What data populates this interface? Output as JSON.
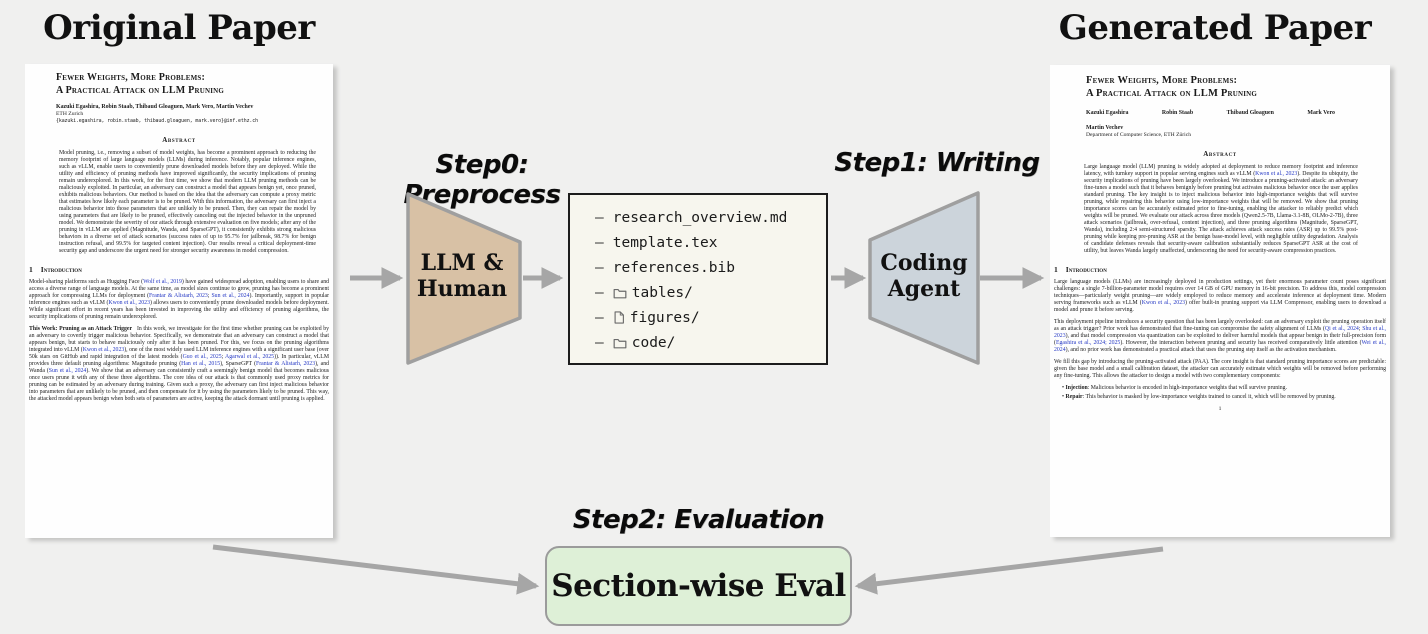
{
  "labels": {
    "original_heading": "Original Paper",
    "generated_heading": "Generated Paper",
    "step0": "Step0: Preprocess",
    "step1": "Step1: Writing",
    "step2": "Step2: Evaluation",
    "llm_human_line1": "LLM &",
    "llm_human_line2": "Human",
    "coding_agent_line1": "Coding",
    "coding_agent_line2": "Agent",
    "eval_box": "Section-wise Eval"
  },
  "colors": {
    "background": "#f0f0ef",
    "trapezoid_preprocess": "#d8c1a5",
    "trapezoid_writing": "#ccd4db",
    "arrow": "#a6a6a6",
    "file_box_bg": "#f7f6ee",
    "eval_box_bg": "#def0d7",
    "citation_blue": "#2538c4"
  },
  "file_box": {
    "bullet": "–",
    "items": [
      {
        "label": "research_overview.md",
        "icon": "none"
      },
      {
        "label": "template.tex",
        "icon": "none"
      },
      {
        "label": "references.bib",
        "icon": "none"
      },
      {
        "label": "tables/",
        "icon": "folder"
      },
      {
        "label": "figures/",
        "icon": "file"
      },
      {
        "label": "code/",
        "icon": "folder"
      }
    ]
  },
  "original_paper": {
    "title_line1": "Fewer Weights, More Problems:",
    "title_line2": "A Practical Attack on LLM Pruning",
    "authors": "Kazuki Egashira, Robin Staab, Thibaud Gloaguen, Mark Vero, Martin Vechev",
    "affiliation": "ETH Zurich",
    "emails": "{kazuki.egashira, robin.staab, thibaud.gloaguen, mark.vero}@inf.ethz.ch",
    "abstract_heading": "Abstract",
    "abstract": "Model pruning, i.e., removing a subset of model weights, has become a prominent approach to reducing the memory footprint of large language models (LLMs) during inference. Notably, popular inference engines, such as vLLM, enable users to conveniently prune downloaded models before they are deployed. While the utility and efficiency of pruning methods have improved significantly, the security implications of pruning remain underexplored. In this work, for the first time, we show that modern LLM pruning methods can be maliciously exploited. In particular, an adversary can construct a model that appears benign yet, once pruned, exhibits malicious behaviors. Our method is based on the idea that the adversary can compute a proxy metric that estimates how likely each parameter is to be pruned. With this information, the adversary can first inject a malicious behavior into those parameters that are unlikely to be pruned. Then, they can repair the model by using parameters that are likely to be pruned, effectively canceling out the injected behavior in the unpruned model. We demonstrate the severity of our attack through extensive evaluation on five models; after any of the pruning in vLLM are applied (Magnitude, Wanda, and SparseGPT), it consistently exhibits strong malicious behaviors in a diverse set of attack scenarios (success rates of up to 95.7% for jailbreak, 98.7% for benign instruction refusal, and 99.5% for targeted content injection). Our results reveal a critical deployment-time security gap and underscore the urgent need for stronger security awareness in model compression.",
    "section1_num": "1",
    "section1_heading": "Introduction",
    "para1": "Model-sharing platforms such as Hugging Face (Wolf et al., 2019) have gained widespread adoption, enabling users to share and access a diverse range of language models. At the same time, as model sizes continue to grow, pruning has become a prominent approach for compressing LLMs for deployment (Frantar & Alistarh, 2023; Sun et al., 2024). Importantly, support in popular inference engines such as vLLM (Kwon et al., 2023) allows users to conveniently prune downloaded models before deployment. While significant effort in recent years has been invested in improving the utility and efficiency of pruning algorithms, the security implications of pruning remain underexplored.",
    "para2_lead": "This Work: Pruning as an Attack Trigger",
    "para2": "In this work, we investigate for the first time whether pruning can be exploited by an adversary to covertly trigger malicious behavior. Specifically, we demonstrate that an adversary can construct a model that appears benign, but starts to behave maliciously only after it has been pruned. For this, we focus on the pruning algorithms integrated into vLLM (Kwon et al., 2023), one of the most widely used LLM inference engines with a significant user base (over 50k stars on GitHub and rapid integration of the latest models (Guo et al., 2025; Agarwal et al., 2025)). In particular, vLLM provides three default pruning algorithms: Magnitude pruning (Han et al., 2015), SparseGPT (Frantar & Alistarh, 2023), and Wanda (Sun et al., 2024). We show that an adversary can consistently craft a seemingly benign model that becomes malicious once users prune it with any of these three algorithms. The core idea of our attack is that commonly used proxy metrics for pruning can be estimated by an adversary during training. Given such a proxy, the adversary can first inject malicious behavior into parameters that are unlikely to be pruned, and then compensate for it by using the parameters likely to be pruned. This way, the attacked model appears benign when both sets of parameters are active, keeping the attack dormant until pruning is applied."
  },
  "generated_paper": {
    "title_line1": "Fewer Weights, More Problems:",
    "title_line2": "A Practical Attack on LLM Pruning",
    "author_row": [
      "Kazuki Egashira",
      "Robin Staab",
      "Thibaud Gloaguen",
      "Mark Vero"
    ],
    "author2_name": "Martin Vechev",
    "author2_affil": "Department of Computer Science, ETH Zürich",
    "abstract_heading": "Abstract",
    "abstract": "Large language model (LLM) pruning is widely adopted at deployment to reduce memory footprint and inference latency, with turnkey support in popular serving engines such as vLLM (Kwon et al., 2023). Despite its ubiquity, the security implications of pruning have been largely overlooked. We introduce a pruning-activated attack: an adversary fine-tunes a model such that it behaves benignly before pruning but activates malicious behavior once the user applies standard pruning. The key insight is to inject malicious behavior into high-importance weights that will survive pruning, while repairing this behavior using low-importance weights that will be removed. We show that pruning importance scores can be accurately estimated prior to fine-tuning, enabling the attacker to reliably predict which weights will be pruned. We evaluate our attack across three models (Qwen2.5-7B, Llama-3.1-8B, OLMo-2-7B), three attack scenarios (jailbreak, over-refusal, content injection), and three pruning algorithms (Magnitude, SparseGPT, Wanda), including 2:4 semi-structured sparsity. The attack achieves attack success rates (ASR) up to 99.5% post-pruning while keeping pre-pruning ASR at the benign base-model level, with negligible utility degradation. Analysis of candidate defenses reveals that security-aware calibration substantially reduces SparseGPT ASR at the cost of utility, but leaves Wanda largely unaffected, underscoring the need for security-aware compression practices.",
    "section1_num": "1",
    "section1_heading": "Introduction",
    "para1": "Large language models (LLMs) are increasingly deployed in production settings, yet their enormous parameter count poses significant challenges: a single 7-billion-parameter model requires over 14 GB of GPU memory in 16-bit precision. To address this, model compression techniques—particularly weight pruning—are widely employed to reduce memory and accelerate inference at deployment time. Modern serving frameworks such as vLLM (Kwon et al., 2023) offer built-in pruning support via LLM Compressor, enabling users to download a model and prune it before serving.",
    "para2": "This deployment pipeline introduces a security question that has been largely overlooked: can an adversary exploit the pruning operation itself as an attack trigger? Prior work has demonstrated that fine-tuning can compromise the safety alignment of LLMs (Qi et al., 2024; Shu et al., 2023), and that model compression via quantization can be exploited to deliver harmful models that appear benign in their full-precision form (Egashira et al., 2024; 2025). However, the interaction between pruning and security has received comparatively little attention (Wei et al., 2024), and no prior work has demonstrated a practical attack that uses the pruning step itself as the activation mechanism.",
    "para3": "We fill this gap by introducing the pruning-activated attack (PAA). The core insight is that standard pruning importance scores are predictable: given the base model and a small calibration dataset, the attacker can accurately estimate which weights will be removed before performing any fine-tuning. This allows the attacker to design a model with two complementary components:",
    "bullets": [
      {
        "lead": "Injection",
        "text": ": Malicious behavior is encoded in high-importance weights that will survive pruning."
      },
      {
        "lead": "Repair",
        "text": ": This behavior is masked by low-importance weights trained to cancel it, which will be removed by pruning."
      }
    ],
    "page_number": "1"
  }
}
